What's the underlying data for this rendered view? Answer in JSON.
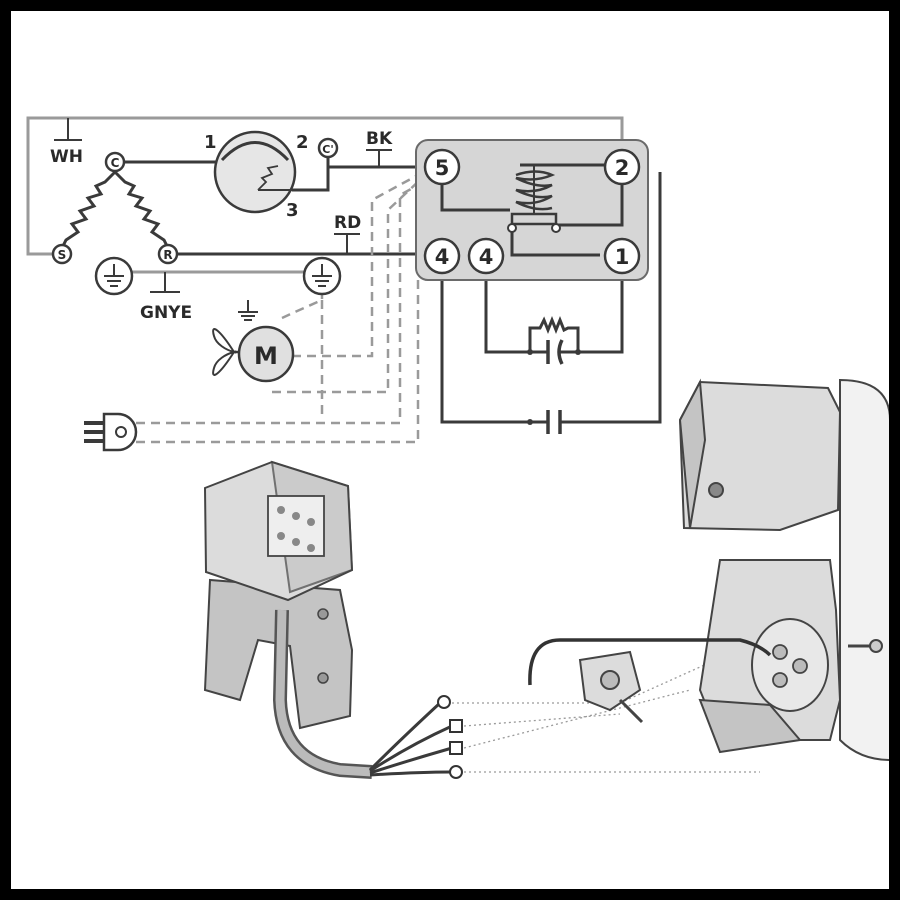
{
  "labels": {
    "wh": "WH",
    "bk": "BK",
    "rd": "RD",
    "gnye": "GNYE",
    "motor": "M"
  },
  "winding_terminals": {
    "common": "C",
    "start": "S",
    "run": "R",
    "cprime": "C'"
  },
  "protector_terminals": {
    "t1": "1",
    "t2": "2",
    "t3": "3"
  },
  "relay_terminals": {
    "t5": "5",
    "t2": "2",
    "t4a": "4",
    "t4b": "4",
    "t1": "1"
  },
  "colors": {
    "frame": "#000000",
    "background": "#ffffff",
    "wire": "#3a3a3a",
    "ground_wire": "#9a9a9a",
    "relay_box": "#d6d6d6",
    "hardware": "#dcdcdc"
  }
}
